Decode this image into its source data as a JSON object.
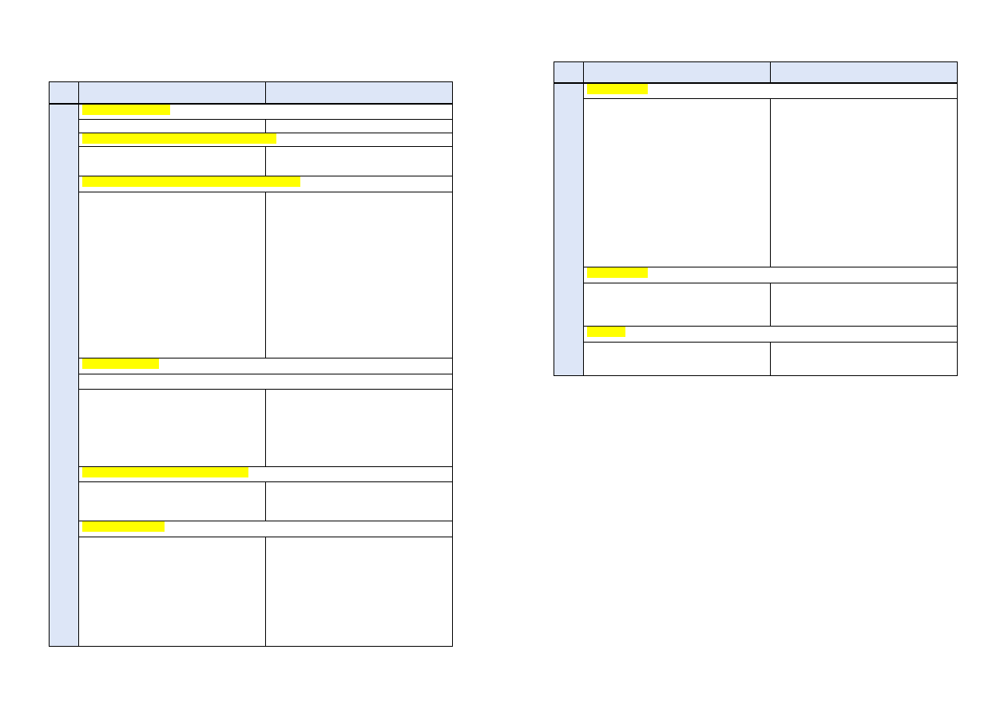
{
  "colors": {
    "header_fill": "#dde6f7",
    "highlight": "#ffff00",
    "border": "#000000"
  },
  "left_table": {
    "headers": [
      "",
      "",
      ""
    ],
    "side_label": "",
    "rows": [
      {
        "kind": "section",
        "text": ""
      },
      {
        "kind": "pair",
        "a": "",
        "b": ""
      },
      {
        "kind": "section",
        "text": ""
      },
      {
        "kind": "pair",
        "a": "",
        "b": ""
      },
      {
        "kind": "section",
        "text": ""
      },
      {
        "kind": "pair",
        "a": "",
        "b": ""
      },
      {
        "kind": "section",
        "text": ""
      },
      {
        "kind": "full",
        "text": ""
      },
      {
        "kind": "pair",
        "a": "",
        "b": ""
      },
      {
        "kind": "section",
        "text": ""
      },
      {
        "kind": "pair",
        "a": "",
        "b": ""
      },
      {
        "kind": "section",
        "text": ""
      },
      {
        "kind": "pair",
        "a": "",
        "b": ""
      }
    ]
  },
  "right_table": {
    "headers": [
      "",
      "",
      ""
    ],
    "side_label": "",
    "rows": [
      {
        "kind": "section",
        "text": ""
      },
      {
        "kind": "pair",
        "a": "",
        "b": ""
      },
      {
        "kind": "section",
        "text": ""
      },
      {
        "kind": "pair",
        "a": "",
        "b": ""
      },
      {
        "kind": "section",
        "text": ""
      },
      {
        "kind": "pair",
        "a": "",
        "b": ""
      }
    ]
  }
}
